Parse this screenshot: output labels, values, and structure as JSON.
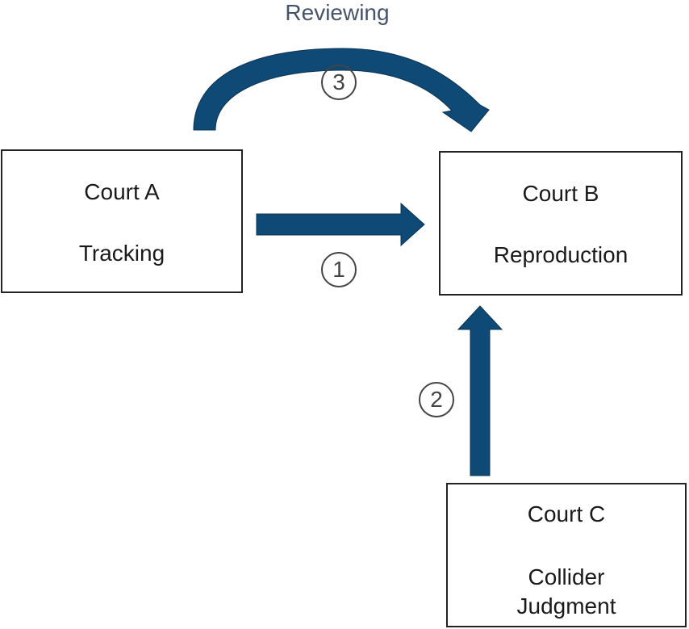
{
  "diagram": {
    "arrow_color": "#0e4a75",
    "nodes": {
      "court_a": {
        "title": "Court A",
        "subtitle": "Tracking"
      },
      "court_b": {
        "title": "Court B",
        "subtitle": "Reproduction"
      },
      "court_c": {
        "title": "Court C",
        "subtitle_line1": "Collider",
        "subtitle_line2": "Judgment"
      }
    },
    "edges": [
      {
        "from": "Court A",
        "to": "Court B",
        "marker": "1"
      },
      {
        "from": "Court C",
        "to": "Court B",
        "marker": "2"
      },
      {
        "from": "Court A",
        "to": "Court B",
        "marker": "3",
        "label": "Reviewing"
      }
    ]
  }
}
